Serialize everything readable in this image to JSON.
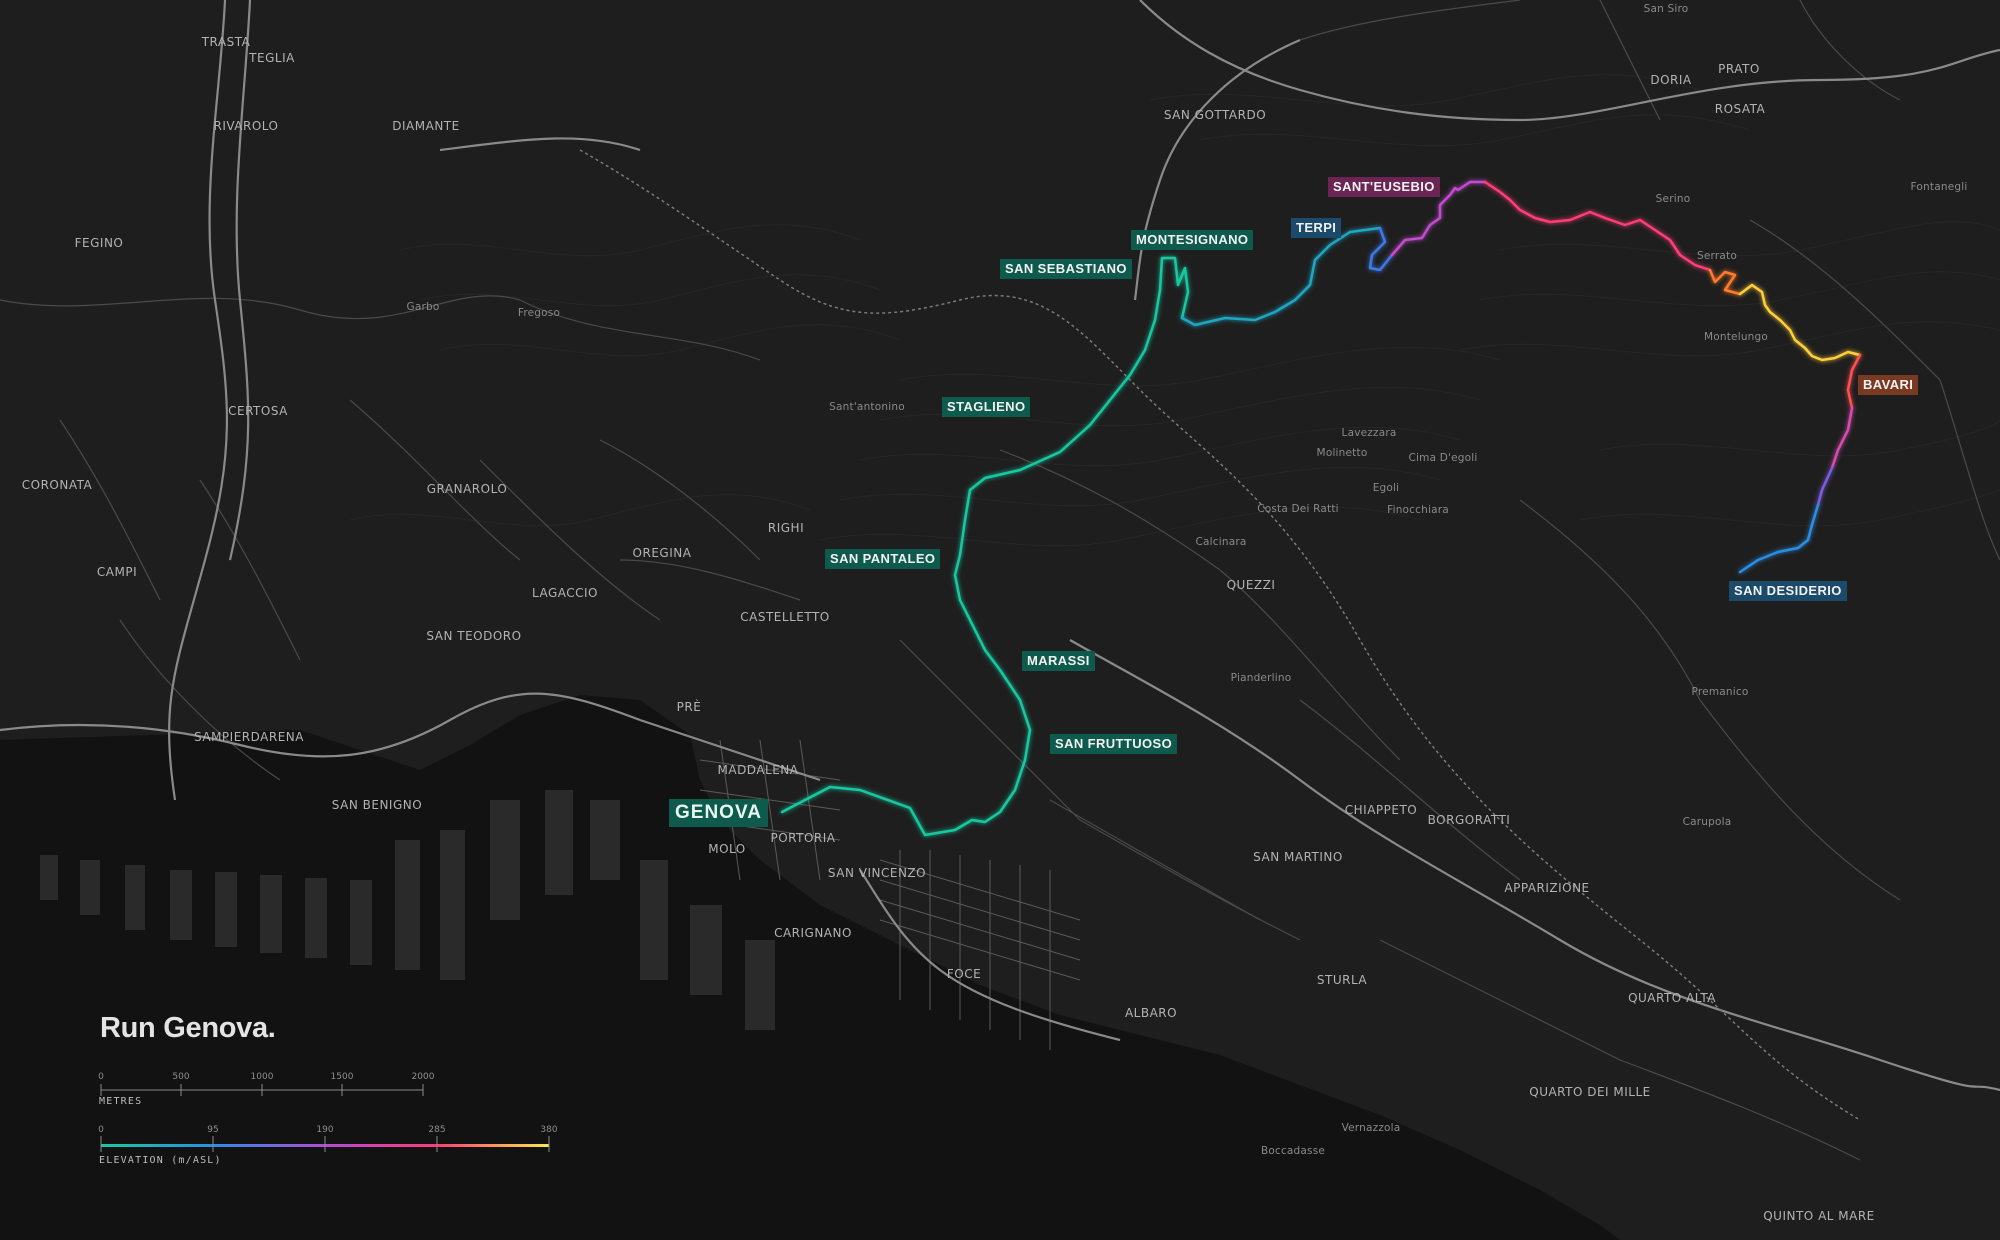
{
  "map": {
    "title": "Run Genova.",
    "city_label": "GENOVA",
    "waypoints": [
      {
        "name": "MONTESIGNANO",
        "color": "#0e5a4c"
      },
      {
        "name": "SAN SEBASTIANO",
        "color": "#0e5a4c"
      },
      {
        "name": "TERPI",
        "color": "#1b4a6a"
      },
      {
        "name": "SANT'EUSEBIO",
        "color": "#6b2454"
      },
      {
        "name": "STAGLIENO",
        "color": "#0e5a4c"
      },
      {
        "name": "SAN PANTALEO",
        "color": "#0e5a4c"
      },
      {
        "name": "MARASSI",
        "color": "#0e5a4c"
      },
      {
        "name": "SAN FRUTTUOSO",
        "color": "#0e5a4c"
      },
      {
        "name": "BAVARI",
        "color": "#7a3a22"
      },
      {
        "name": "SAN DESIDERIO",
        "color": "#1b4a6a"
      }
    ],
    "places": {
      "trasta": "TRASTA",
      "teglia": "TEGLIA",
      "rivarolo": "RIVAROLO",
      "diamante": "DIAMANTE",
      "fegino": "FEGINO",
      "garbo": "Garbo",
      "fregoso": "Fregoso",
      "certosa": "CERTOSA",
      "coronata": "CORONATA",
      "granarolo": "GRANAROLO",
      "campi": "CAMPI",
      "lagaccio": "LAGACCIO",
      "san_teodoro": "SAN TEODORO",
      "oregina": "OREGINA",
      "righi": "RIGHI",
      "castelletto": "CASTELLETTO",
      "pre": "PRÈ",
      "sampierdarena": "SAMPIERDARENA",
      "san_benigno": "SAN BENIGNO",
      "maddalena": "MADDALENA",
      "molo": "MOLO",
      "portoria": "PORTORIA",
      "san_vincenzo": "SAN VINCENZO",
      "carignano": "CARIGNANO",
      "foce": "FOCE",
      "albaro": "ALBARO",
      "santantonino": "Sant'antonino",
      "san_gottardo": "SAN GOTTARDO",
      "san_siro": "San Siro",
      "doria": "DORIA",
      "prato": "PRATO",
      "rosata": "ROSATA",
      "serino": "Serino",
      "fontanegli": "Fontanegli",
      "serrato": "Serrato",
      "montelungo": "Montelungo",
      "lavezzara": "Lavezzara",
      "molinetto": "Molinetto",
      "cima_degoli": "Cima D'egoli",
      "egoli": "Egoli",
      "costa_dei_ratti": "Costa Dei Ratti",
      "finocchiara": "Finocchiara",
      "calcinara": "Calcinara",
      "quezzi": "QUEZZI",
      "pianderlino": "Pianderlino",
      "premanico": "Premanico",
      "carupola": "Carupola",
      "chiappeto": "CHIAPPETO",
      "borgoratti": "BORGORATTI",
      "san_martino": "SAN MARTINO",
      "apparizione": "APPARIZIONE",
      "sturla": "STURLA",
      "quarto_alta": "QUARTO ALTA",
      "quarto_dei_mille": "QUARTO DEI MILLE",
      "vernazzola": "Vernazzola",
      "boccadasse": "Boccadasse",
      "quinto_al_mare": "QUINTO AL MARE"
    },
    "distance_scale": {
      "caption": "METRES",
      "ticks": [
        "0",
        "500",
        "1000",
        "1500",
        "2000"
      ]
    },
    "elevation_scale": {
      "caption": "ELEVATION (m/ASL)",
      "ticks": [
        "0",
        "95",
        "190",
        "285",
        "380"
      ],
      "colors": [
        "#19c9a0",
        "#2a8ee6",
        "#b24bd6",
        "#ff3c78",
        "#ffe94a"
      ]
    },
    "colors": {
      "background": "#1e1e1e",
      "sea": "#121212",
      "roads": "#575757",
      "major_roads": "#8a8a8a"
    }
  }
}
